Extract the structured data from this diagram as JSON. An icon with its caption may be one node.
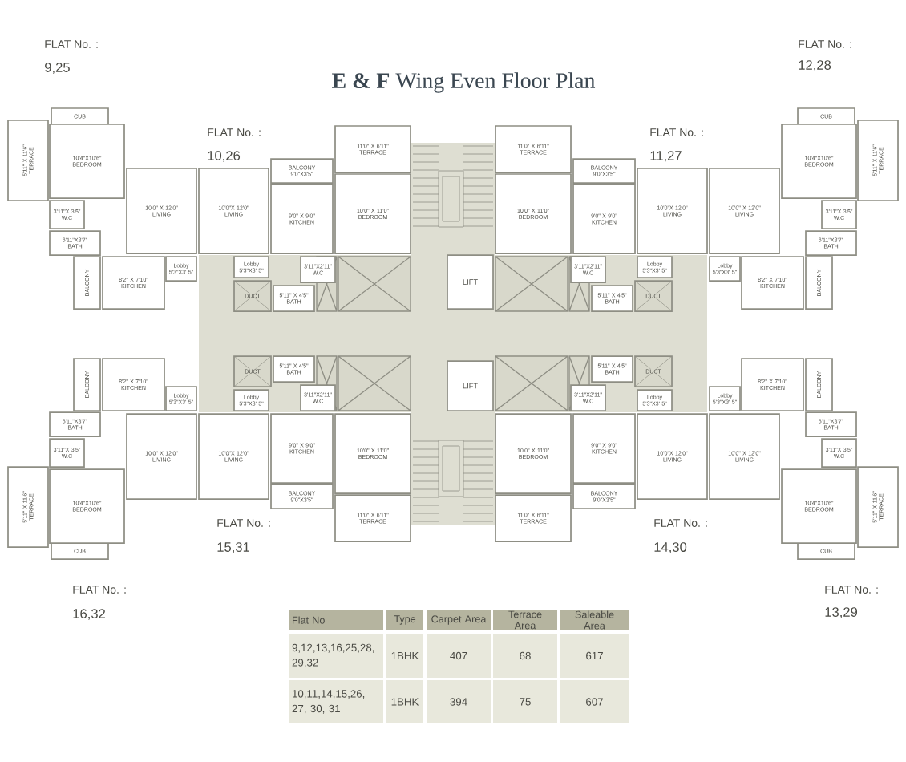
{
  "diagram": {
    "title": "**E & F** Wing Even Floor Plan",
    "nodes": [
      {
        "text": [
          "5'11\" X 11'6\"",
          "TERRACE"
        ]
      },
      {
        "text": [
          "CUB"
        ]
      },
      {
        "text": [
          "10'4\"X10'6\"",
          "BEDROOM"
        ]
      },
      {
        "text": [
          "3'11\"X 3'5\"",
          "W.C"
        ]
      },
      {
        "text": [
          "6'11\"X3'7\"",
          "BATH"
        ]
      },
      {
        "text": [
          "BALCONY"
        ]
      },
      {
        "text": [
          "8'2\" X 7'10\"",
          "KITCHEN"
        ]
      },
      {
        "text": [
          "10'0\" X 12'0\"",
          "LIVING"
        ]
      },
      {
        "text": [
          "Lobby",
          "5'3\"X3' 5\""
        ]
      },
      {
        "text": [
          "10'0\"X 12'0\"",
          "LIVING"
        ]
      },
      {
        "text": [
          "BALCONY",
          "9'0\"X3'5\""
        ]
      },
      {
        "text": [
          "9'0\" X 9'0\"",
          "KITCHEN"
        ]
      },
      {
        "text": [
          "11'0\" X 6'11\"",
          "TERRACE"
        ]
      },
      {
        "text": [
          "10'0\" X 11'0\"",
          "BEDROOM"
        ]
      },
      {
        "text": [
          "Lobby",
          "5'3\"X3' 5\""
        ]
      },
      {
        "text": [
          "3'11\"X2'11\"",
          "W.C"
        ]
      },
      {
        "text": [
          "DUCT"
        ]
      },
      {
        "text": [
          "5'11\" X 4'5\"",
          "BATH"
        ]
      },
      {
        "text": [
          "LIFT"
        ]
      },
      {
        "text": [
          "10'0\"X 12'0\"",
          "LIVING"
        ]
      },
      {
        "text": [
          "BALCONY",
          "9'0\"X3'5\""
        ]
      },
      {
        "text": [
          "9'0\" X 9'0\"",
          "KITCHEN"
        ]
      },
      {
        "text": [
          "11'0\" X 6'11\"",
          "TERRACE"
        ]
      },
      {
        "text": [
          "10'0\" X 11'0\"",
          "BEDROOM"
        ]
      },
      {
        "text": [
          "Lobby",
          "5'3\"X3' 5\""
        ]
      },
      {
        "text": [
          "3'11\"X2'11\"",
          "W.C"
        ]
      },
      {
        "text": [
          "DUCT"
        ]
      },
      {
        "text": [
          "5'11\" X 4'5\"",
          "BATH"
        ]
      },
      {
        "text": [
          "5'11\" X 11'6\"",
          "TERRACE"
        ]
      },
      {
        "text": [
          "CUB"
        ]
      },
      {
        "text": [
          "10'4\"X10'6\"",
          "BEDROOM"
        ]
      },
      {
        "text": [
          "3'11\"X 3'5\"",
          "W.C"
        ]
      },
      {
        "text": [
          "6'11\"X3'7\"",
          "BATH"
        ]
      },
      {
        "text": [
          "BALCONY"
        ]
      },
      {
        "text": [
          "8'2\" X 7'10\"",
          "KITCHEN"
        ]
      },
      {
        "text": [
          "10'0\" X 12'0\"",
          "LIVING"
        ]
      },
      {
        "text": [
          "Lobby",
          "5'3\"X3' 5\""
        ]
      },
      {
        "text": [
          "5'11\" X 11'6\"",
          "TERRACE"
        ]
      },
      {
        "text": [
          "CUB"
        ]
      },
      {
        "text": [
          "10'4\"X10'6\"",
          "BEDROOM"
        ]
      },
      {
        "text": [
          "3'11\"X 3'5\"",
          "W.C"
        ]
      },
      {
        "text": [
          "6'11\"X3'7\"",
          "BATH"
        ]
      },
      {
        "text": [
          "BALCONY"
        ]
      },
      {
        "text": [
          "8'2\" X 7'10\"",
          "KITCHEN"
        ]
      },
      {
        "text": [
          "10'0\" X 12'0\"",
          "LIVING"
        ]
      },
      {
        "text": [
          "Lobby",
          "5'3\"X3' 5\""
        ]
      },
      {
        "text": [
          "10'0\"X 12'0\"",
          "LIVING"
        ]
      },
      {
        "text": [
          "BALCONY",
          "9'0\"X3'5\""
        ]
      },
      {
        "text": [
          "9'0\" X 9'0\"",
          "KITCHEN"
        ]
      },
      {
        "text": [
          "11'0\" X 6'11\"",
          "TERRACE"
        ]
      },
      {
        "text": [
          "10'0\" X 11'0\"",
          "BEDROOM"
        ]
      },
      {
        "text": [
          "Lobby",
          "5'3\"X3' 5\""
        ]
      },
      {
        "text": [
          "3'11\"X2'11\"",
          "W.C"
        ]
      },
      {
        "text": [
          "DUCT"
        ]
      },
      {
        "text": [
          "5'11\" X 4'5\"",
          "BATH"
        ]
      },
      {
        "text": [
          "LIFT"
        ]
      },
      {
        "text": [
          "10'0\"X 12'0\"",
          "LIVING"
        ]
      },
      {
        "text": [
          "BALCONY",
          "9'0\"X3'5\""
        ]
      },
      {
        "text": [
          "9'0\" X 9'0\"",
          "KITCHEN"
        ]
      },
      {
        "text": [
          "11'0\" X 6'11\"",
          "TERRACE"
        ]
      },
      {
        "text": [
          "10'0\" X 11'0\"",
          "BEDROOM"
        ]
      },
      {
        "text": [
          "Lobby",
          "5'3\"X3' 5\""
        ]
      },
      {
        "text": [
          "3'11\"X2'11\"",
          "W.C"
        ]
      },
      {
        "text": [
          "DUCT"
        ]
      },
      {
        "text": [
          "5'11\" X 4'5\"",
          "BATH"
        ]
      },
      {
        "text": [
          "5'11\" X 11'6\"",
          "TERRACE"
        ]
      },
      {
        "text": [
          "CUB"
        ]
      },
      {
        "text": [
          "10'4\"X10'6\"",
          "BEDROOM"
        ]
      },
      {
        "text": [
          "3'11\"X 3'5\"",
          "W.C"
        ]
      },
      {
        "text": [
          "6'11\"X3'7\"",
          "BATH"
        ]
      },
      {
        "text": [
          "BALCONY"
        ]
      },
      {
        "text": [
          "8'2\" X 7'10\"",
          "KITCHEN"
        ]
      },
      {
        "text": [
          "10'0\" X 12'0\"",
          "LIVING"
        ]
      },
      {
        "text": [
          "Lobby",
          "5'3\"X3' 5\""
        ]
      }
    ],
    "labels": [
      "FLAT No. :",
      "9,25",
      "FLAT No. :",
      "12,28",
      "FLAT No. :",
      "10,26",
      "FLAT No. :",
      "11,27",
      "FLAT No. :",
      "15,31",
      "FLAT No. :",
      "14,30",
      "FLAT No. :",
      "16,32",
      "FLAT No. :",
      "13,29",
      "Flat No",
      "Type",
      "Carpet Area",
      "Terrace Area",
      "Saleable Area",
      "9,12,13,16,25,28, 29,32",
      "1BHK",
      "407",
      "68",
      "617",
      "10,11,14,15,26, 27, 30, 31",
      "1BHK",
      "394",
      "75",
      "607"
    ]
  }
}
